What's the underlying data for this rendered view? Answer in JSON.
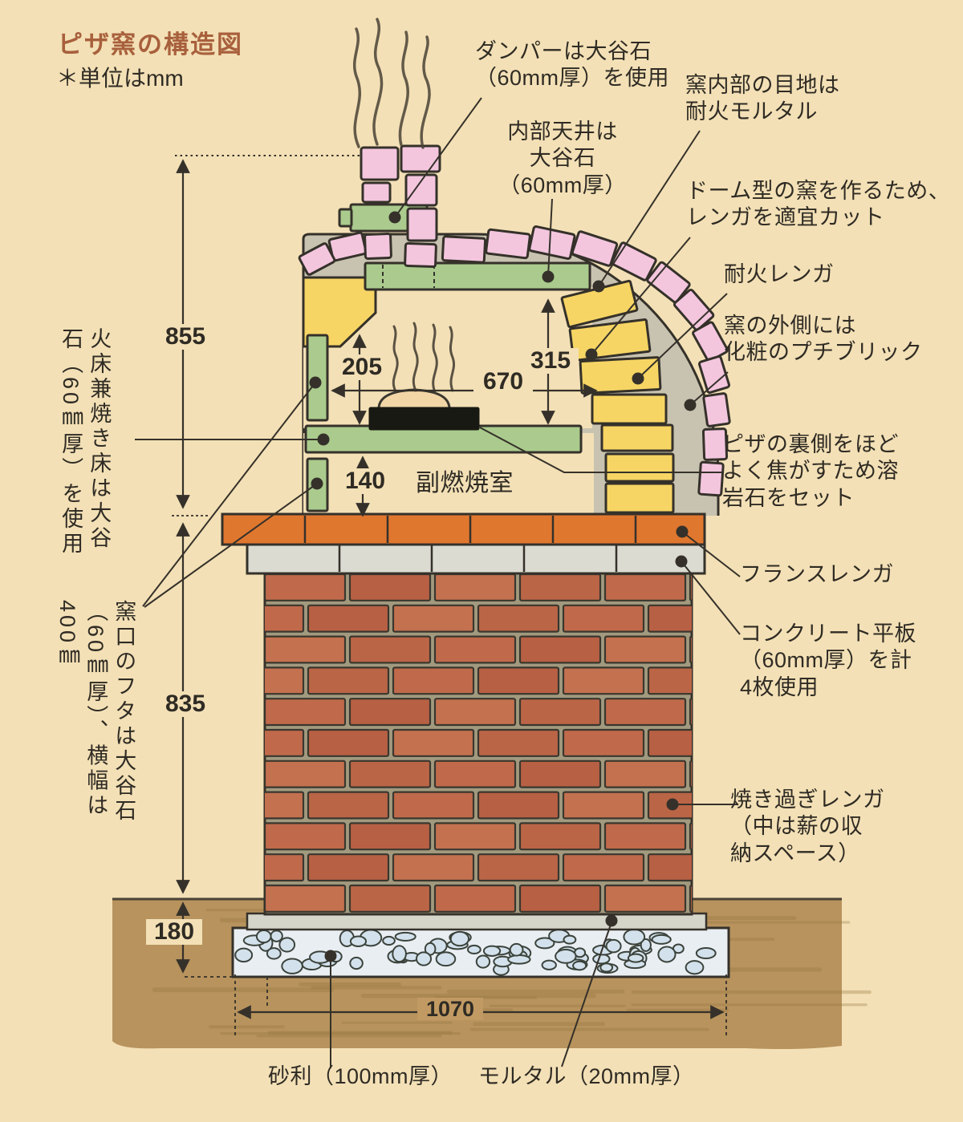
{
  "title": "ピザ窯の構造図",
  "unit_note": "＊単位はmm",
  "labels": {
    "damper": "ダンパーは大谷石\n（60mm厚）を使用",
    "ceiling": "内部天井は\n大谷石\n（60mm厚）",
    "joint_mortar": "窯内部の目地は\n耐火モルタル",
    "dome_cut": "ドーム型の窯を作るため、\nレンガを適宜カット",
    "firebrick": "耐火レンガ",
    "petit_brick": "窯の外側には\n化粧のプチブリック",
    "lava_stone": "ピザの裏側をほど\nよく焦がすため溶\n岩石をセット",
    "france_brick": "フランスレンガ",
    "concrete_slab": "コンクリート平板\n（60mm厚）を計\n4枚使用",
    "overbaked_brick": "焼き過ぎレンガ\n（中は薪の収\n納スペース）",
    "sub_chamber": "副燃焼室",
    "gravel": "砂利（100mm厚）",
    "mortar": "モルタル（20mm厚）",
    "fire_bed": "火床兼焼き床は大谷石（60㎜厚）を使用",
    "oven_lid": "窯口のフタは大谷石（60㎜厚）、横幅は400㎜"
  },
  "dimensions": {
    "height_top": "855",
    "height_base": "835",
    "depth_foundation": "180",
    "inner_width": "670",
    "front_height": "205",
    "sub_chamber_height": "140",
    "dome_height": "315",
    "foundation_width": "1070"
  },
  "colors": {
    "background": "#f3e0b6",
    "title_accent": "#a8603c",
    "ink": "#35312a",
    "petit_brick_pink": "#f3c6de",
    "oya_stone_green": "#aacb8d",
    "firebrick_yellow": "#f7d564",
    "mortar_gray": "#c8c2b0",
    "concrete_gray": "#dbdbd2",
    "france_brick_orange": "#e0772f",
    "base_brick_red": "#bf6549",
    "soil_brown": "#b8935d",
    "gravel_blue": "#d3e1ec",
    "lava_black": "#191913"
  }
}
